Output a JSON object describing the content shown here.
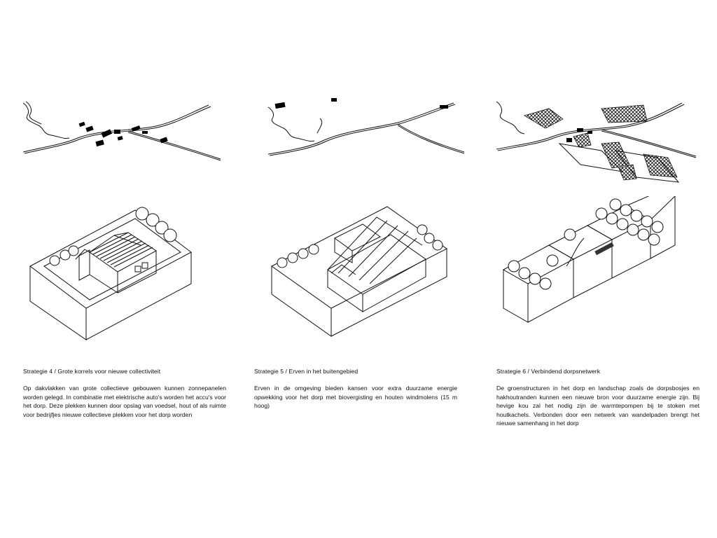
{
  "strategies": [
    {
      "title": "Strategie 4 / Grote korrels voor nieuwe collectiviteit",
      "body": "Op dakvlakken van grote collectieve gebouwen kunnen zonnepanelen worden gelegd. In combinatie met elektrische auto's worden het accu's voor het dorp. Deze plekken kunnen door opslag van voedsel, hout of als ruimte voor bedrijfjes nieuwe collectieve plekken voor het dorp worden"
    },
    {
      "title": "Strategie 5 / Erven in het buitengebied",
      "body": "Erven in de omgeving bieden kansen voor extra duurzame energie opwekking voor het dorp met biovergisting en houten windmolens (15 m hoog)"
    },
    {
      "title": "Strategie 6 / Verbindend dorpsnetwerk",
      "body": "De groenstructuren in het dorp en landschap zoals de dorpsbosjes en hakhoutranden kunnen een nieuwe bron voor duurzame energie zijn. Bij hevige kou zal het nodig zijn de warmtepompen bij te stoken met houtkachels. Verbonden door een netwerk van wandelpaden brengt het nieuwe samenhang in het dorp"
    }
  ]
}
